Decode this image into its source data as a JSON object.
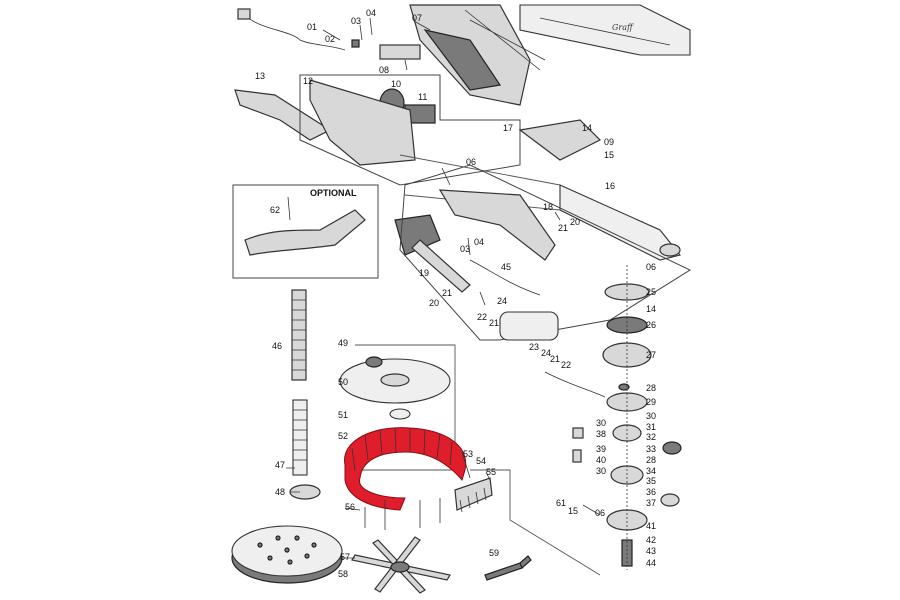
{
  "optional_label": "OPTIONAL",
  "brand_logo": "Graff",
  "highlight_color": "#e01e2b",
  "part_numbers": {
    "p01": "01",
    "p02": "02",
    "p03": "03",
    "p04": "04",
    "p07": "07",
    "p08": "08",
    "p10": "10",
    "p11": "11",
    "p12": "12",
    "p13": "13",
    "p14a": "14",
    "p17": "17",
    "p09": "09",
    "p15a": "15",
    "p16": "16",
    "p06a": "06",
    "p18": "18",
    "p20a": "20",
    "p21a": "21",
    "p04b": "04",
    "p03b": "03",
    "p45": "45",
    "p19": "19",
    "p62": "62",
    "p46": "46",
    "p21b": "21",
    "p20b": "20",
    "p22a": "22",
    "p24a": "24",
    "p21c": "21",
    "p23": "23",
    "p24b": "24",
    "p21d": "21",
    "p22b": "22",
    "p49": "49",
    "p50": "50",
    "p51": "51",
    "p52": "52",
    "p53": "53",
    "p54": "54",
    "p55": "55",
    "p47": "47",
    "p48": "48",
    "p56": "56",
    "p57": "57",
    "p58": "58",
    "p59": "59",
    "p06b": "06",
    "p25": "25",
    "p14b": "14",
    "p26": "26",
    "p27": "27",
    "p28a": "28",
    "p29": "29",
    "p30a": "30",
    "p38": "38",
    "p31": "31",
    "p32": "32",
    "p30b": "30",
    "p33": "33",
    "p39": "39",
    "p40": "40",
    "p28b": "28",
    "p30c": "30",
    "p34": "34",
    "p35": "35",
    "p36": "36",
    "p37": "37",
    "p61": "61",
    "p15b": "15",
    "p06c": "06",
    "p41": "41",
    "p42": "42",
    "p43": "43",
    "p44": "44"
  }
}
